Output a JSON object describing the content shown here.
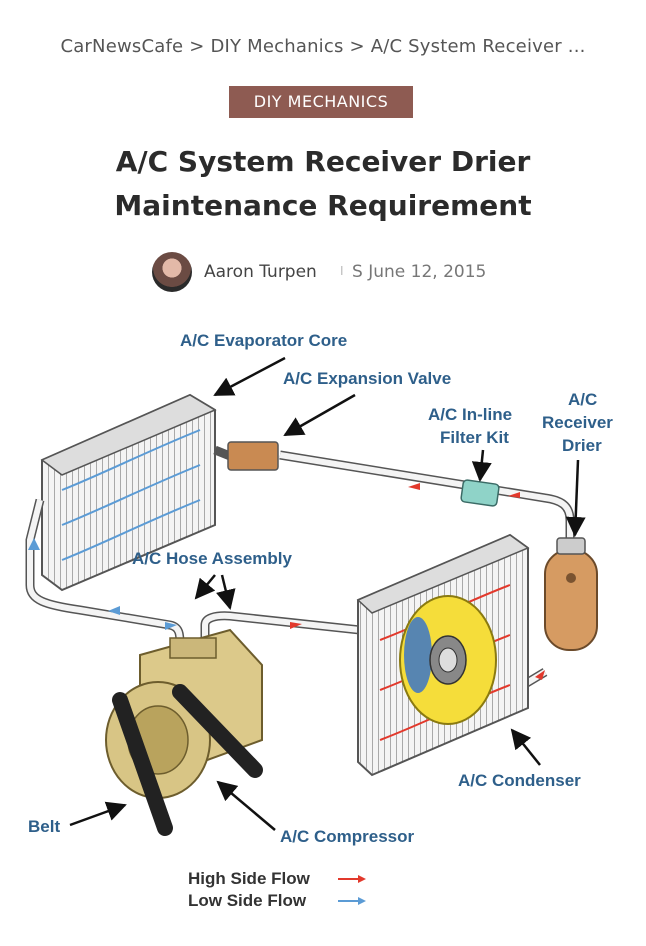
{
  "breadcrumb": {
    "home": "CarNewsCafe",
    "sep1": ">",
    "category": "DIY Mechanics",
    "sep2": ">",
    "current": "A/C System Receiver ..."
  },
  "category_badge": "DIY MECHANICS",
  "article": {
    "title": "A/C System Receiver Drier Maintenance Requirement",
    "author": "Aaron Turpen",
    "separator": "I",
    "date_prefix": "S",
    "date": "June 12, 2015"
  },
  "diagram": {
    "labels": {
      "evaporator": "A/C Evaporator Core",
      "expansion": "A/C Expansion Valve",
      "filter_line1": "A/C In-line",
      "filter_line2": "Filter Kit",
      "receiver_line1": "A/C",
      "receiver_line2": "Receiver",
      "receiver_line3": "Drier",
      "hose": "A/C Hose Assembly",
      "condenser": "A/C Condenser",
      "belt": "Belt",
      "compressor": "A/C Compressor"
    },
    "legend": {
      "high": "High Side Flow",
      "low": "Low Side Flow"
    },
    "colors": {
      "high": "#e2392c",
      "low": "#5b9bd5",
      "label": "#2e5f8a"
    }
  }
}
